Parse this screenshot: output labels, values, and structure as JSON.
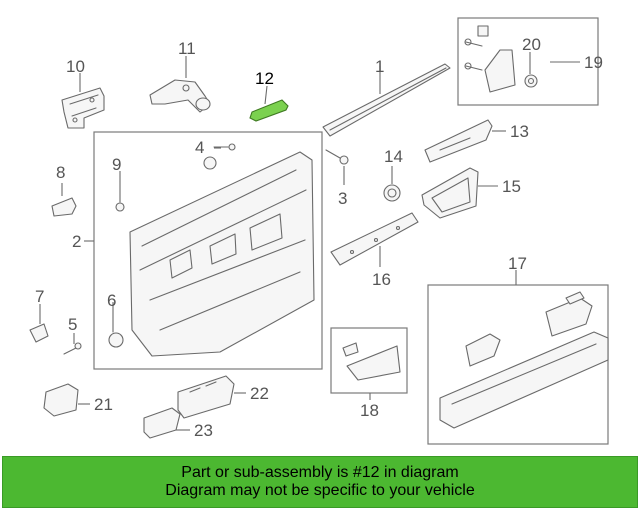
{
  "callouts": [
    {
      "id": "1",
      "text": "1"
    },
    {
      "id": "2",
      "text": "2"
    },
    {
      "id": "3",
      "text": "3"
    },
    {
      "id": "4",
      "text": "4"
    },
    {
      "id": "5",
      "text": "5"
    },
    {
      "id": "6",
      "text": "6"
    },
    {
      "id": "7",
      "text": "7"
    },
    {
      "id": "8",
      "text": "8"
    },
    {
      "id": "9",
      "text": "9"
    },
    {
      "id": "10",
      "text": "10"
    },
    {
      "id": "11",
      "text": "11"
    },
    {
      "id": "12",
      "text": "12"
    },
    {
      "id": "13",
      "text": "13"
    },
    {
      "id": "14",
      "text": "14"
    },
    {
      "id": "15",
      "text": "15"
    },
    {
      "id": "16",
      "text": "16"
    },
    {
      "id": "17",
      "text": "17"
    },
    {
      "id": "18",
      "text": "18"
    },
    {
      "id": "19",
      "text": "19"
    },
    {
      "id": "20",
      "text": "20"
    },
    {
      "id": "21",
      "text": "21"
    },
    {
      "id": "22",
      "text": "22"
    },
    {
      "id": "23",
      "text": "23"
    }
  ],
  "highlight": {
    "part": "12",
    "color": "#7bd14f"
  },
  "banner": {
    "line1": "Part or sub-assembly is #12 in diagram",
    "line2": "Diagram may not be specific to your vehicle",
    "color": "#4cb831"
  }
}
